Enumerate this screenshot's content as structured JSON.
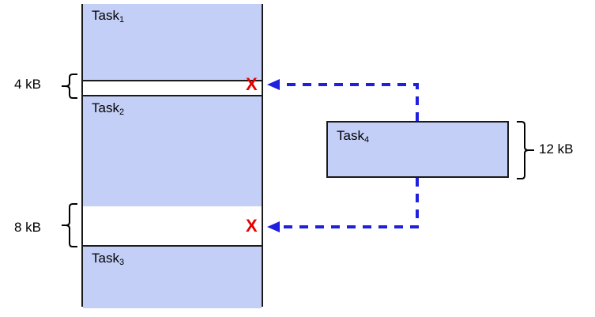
{
  "diagram": {
    "title": "Memory allocation fragmentation diagram",
    "colors": {
      "block_fill": "#c4cff8",
      "block_stroke": "#1a1a1a",
      "arrow": "#1f1fe0",
      "reject_mark": "#e60000",
      "background": "#ffffff"
    },
    "memory_column": {
      "name": "main-memory",
      "blocks": [
        {
          "id": "task1",
          "label": "Task",
          "subscript": "1",
          "kind": "occupied"
        },
        {
          "id": "gap1",
          "label": "",
          "subscript": "",
          "kind": "free",
          "size_label": "4 kB",
          "reject_mark": "X"
        },
        {
          "id": "task2",
          "label": "Task",
          "subscript": "2",
          "kind": "occupied"
        },
        {
          "id": "gap2",
          "label": "",
          "subscript": "",
          "kind": "free",
          "size_label": "8 kB",
          "reject_mark": "X"
        },
        {
          "id": "task3",
          "label": "Task",
          "subscript": "3",
          "kind": "occupied"
        }
      ]
    },
    "incoming_task": {
      "label": "Task",
      "subscript": "4",
      "size_label": "12 kB"
    },
    "arrows": [
      {
        "id": "arrow-to-gap1",
        "target": "gap1",
        "style": "dashed",
        "head": "left"
      },
      {
        "id": "arrow-to-gap2",
        "target": "gap2",
        "style": "dashed",
        "head": "left"
      }
    ]
  }
}
